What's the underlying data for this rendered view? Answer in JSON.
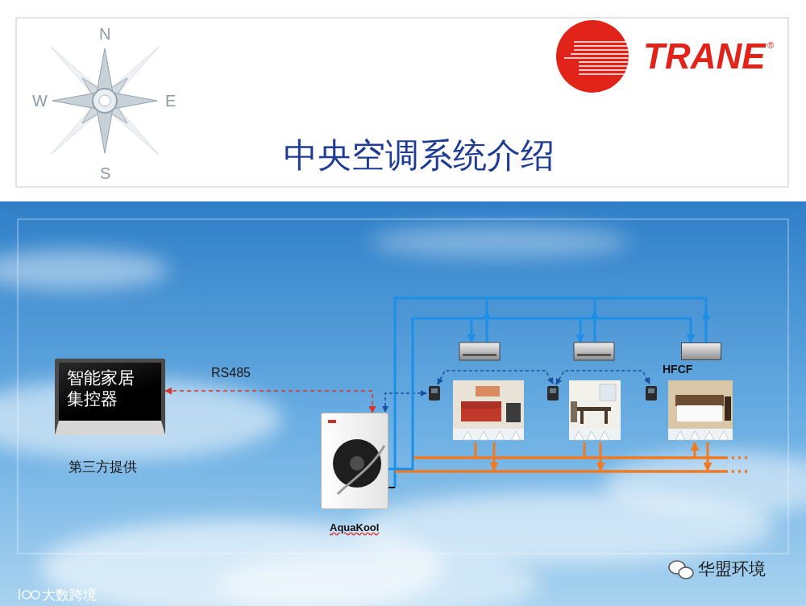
{
  "diagram": {
    "title": "中央空调系统介绍",
    "nodes": [
      {
        "text": [
          "智能家居 集控器",
          "第三方提供"
        ]
      },
      {
        "text": [
          "AquaKool"
        ]
      },
      {
        "text": [
          "HFCF"
        ]
      }
    ],
    "edges": [
      {
        "from": 0,
        "to": 1,
        "label": "RS485",
        "arrow": "both"
      },
      {
        "from": 1,
        "to": 2,
        "arrow": "to"
      }
    ],
    "labels": [
      "N",
      "W",
      "E",
      "S",
      "TRANE",
      "®",
      "华盟环境",
      "大数跨境"
    ]
  }
}
